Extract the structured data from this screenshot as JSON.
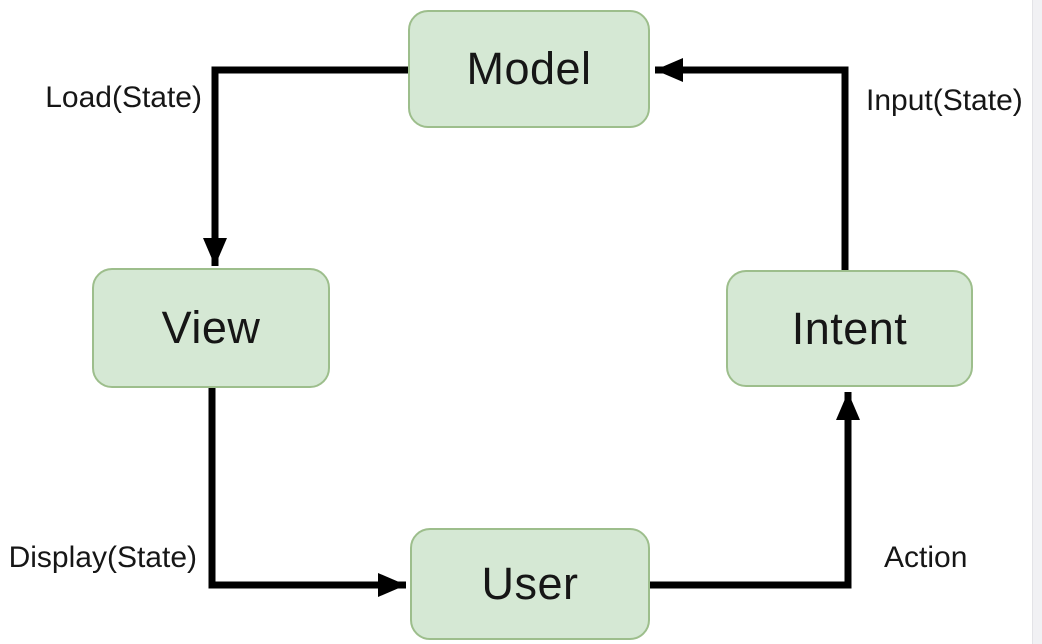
{
  "diagram": {
    "nodes": [
      {
        "id": "model",
        "label": "Model"
      },
      {
        "id": "view",
        "label": "View"
      },
      {
        "id": "intent",
        "label": "Intent"
      },
      {
        "id": "user",
        "label": "User"
      }
    ],
    "edges": [
      {
        "from": "model",
        "to": "view",
        "label": "Load(State)"
      },
      {
        "from": "view",
        "to": "user",
        "label": "Display(State)"
      },
      {
        "from": "user",
        "to": "intent",
        "label": "Action"
      },
      {
        "from": "intent",
        "to": "model",
        "label": "Input(State)"
      }
    ],
    "colors": {
      "node_fill": "#d5e8d4",
      "node_border": "#9dbe8c",
      "edge_stroke": "#000000",
      "text": "#161616",
      "background": "#ffffff",
      "side_strip": "#f1f1f4"
    }
  }
}
